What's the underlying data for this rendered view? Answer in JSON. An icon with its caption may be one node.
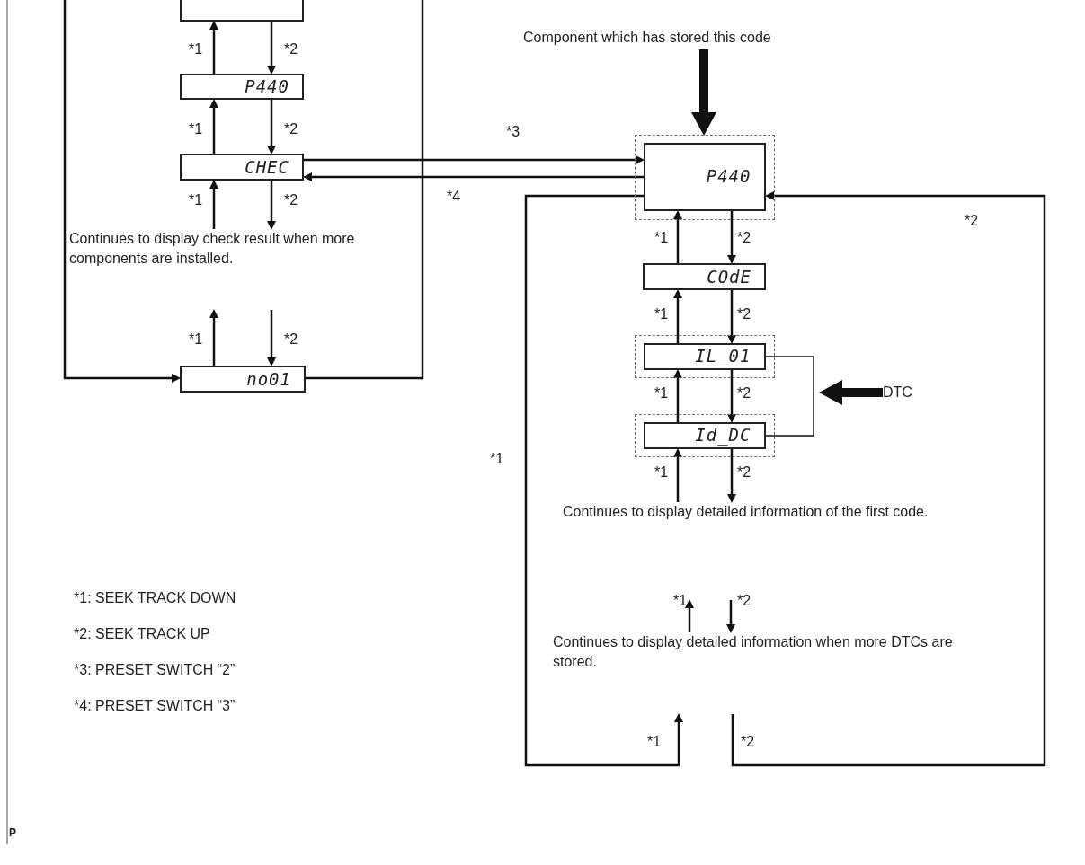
{
  "diagram": {
    "nodes": [
      {
        "text": [],
        "shape": "box"
      },
      {
        "text": [
          "P440"
        ]
      },
      {
        "text": [
          "CHEC"
        ]
      },
      {
        "text": [
          "Continues to display check result when more components are installed."
        ]
      },
      {
        "text": [
          "no01"
        ]
      },
      {
        "text": [
          "Component which has stored this code"
        ]
      },
      {
        "text": [],
        "shape": "box"
      },
      {
        "text": [
          "P440"
        ],
        "in": 6
      },
      {
        "text": [
          "COdE"
        ]
      },
      {
        "text": [],
        "shape": "box"
      },
      {
        "text": [
          "IL_01"
        ],
        "in": 9
      },
      {
        "text": [],
        "shape": "box"
      },
      {
        "text": [
          "Id_DC"
        ],
        "in": 11
      },
      {
        "text": [
          "Continues to display detailed information of the first code."
        ]
      },
      {
        "text": [
          "Continues to display detailed information when more DTCs are stored."
        ]
      },
      {
        "text": [
          "DTC"
        ]
      }
    ],
    "edges": [
      {
        "from": 1,
        "to": 0,
        "arrow": "to",
        "label": "*1"
      },
      {
        "from": 0,
        "to": 1,
        "arrow": "to",
        "label": "*2"
      },
      {
        "from": 2,
        "to": 1,
        "arrow": "to",
        "label": "*1"
      },
      {
        "from": 1,
        "to": 2,
        "arrow": "to",
        "label": "*2"
      },
      {
        "from": 3,
        "to": 2,
        "arrow": "to",
        "label": "*1"
      },
      {
        "from": 2,
        "to": 3,
        "arrow": "to",
        "label": "*2"
      },
      {
        "from": 4,
        "to": null,
        "arrow": "to",
        "label": "*1"
      },
      {
        "from": null,
        "to": 4,
        "arrow": "to",
        "label": "*2"
      },
      {
        "from": null,
        "to": 4,
        "arrow": "to"
      },
      {
        "from": 4,
        "to": null,
        "arrow": "none"
      },
      {
        "from": 2,
        "to": 7,
        "arrow": "to",
        "label": "*3"
      },
      {
        "from": 7,
        "to": 2,
        "arrow": "to",
        "label": "*4"
      },
      {
        "from": 5,
        "to": 6,
        "arrow": "to",
        "style": "thick"
      },
      {
        "from": 8,
        "to": 7,
        "arrow": "to",
        "label": "*1"
      },
      {
        "from": 7,
        "to": 8,
        "arrow": "to",
        "label": "*2"
      },
      {
        "from": 10,
        "to": 8,
        "arrow": "to",
        "label": "*1"
      },
      {
        "from": 8,
        "to": 10,
        "arrow": "to",
        "label": "*2"
      },
      {
        "from": 12,
        "to": 10,
        "arrow": "to",
        "label": "*1"
      },
      {
        "from": 10,
        "to": 12,
        "arrow": "to",
        "label": "*2"
      },
      {
        "from": 13,
        "to": 12,
        "arrow": "to",
        "label": "*1"
      },
      {
        "from": 12,
        "to": 13,
        "arrow": "to",
        "label": "*2"
      },
      {
        "from": 14,
        "to": null,
        "arrow": "to",
        "label": "*1"
      },
      {
        "from": null,
        "to": 14,
        "arrow": "to",
        "label": "*2"
      },
      {
        "from": 15,
        "to": null,
        "arrow": "to",
        "style": "thick"
      },
      {
        "from": 7,
        "to": null,
        "arrow": "to",
        "label": "*1"
      },
      {
        "from": null,
        "to": 7,
        "arrow": "to",
        "label": "*2"
      },
      {
        "from": 10,
        "to": 12,
        "arrow": "none"
      }
    ],
    "labels": [
      "*1: SEEK TRACK DOWN",
      "*2: SEEK TRACK UP",
      "*3: PRESET SWITCH “2”",
      "*4: PRESET SWITCH “3”",
      "*1",
      "*2",
      "P"
    ]
  }
}
